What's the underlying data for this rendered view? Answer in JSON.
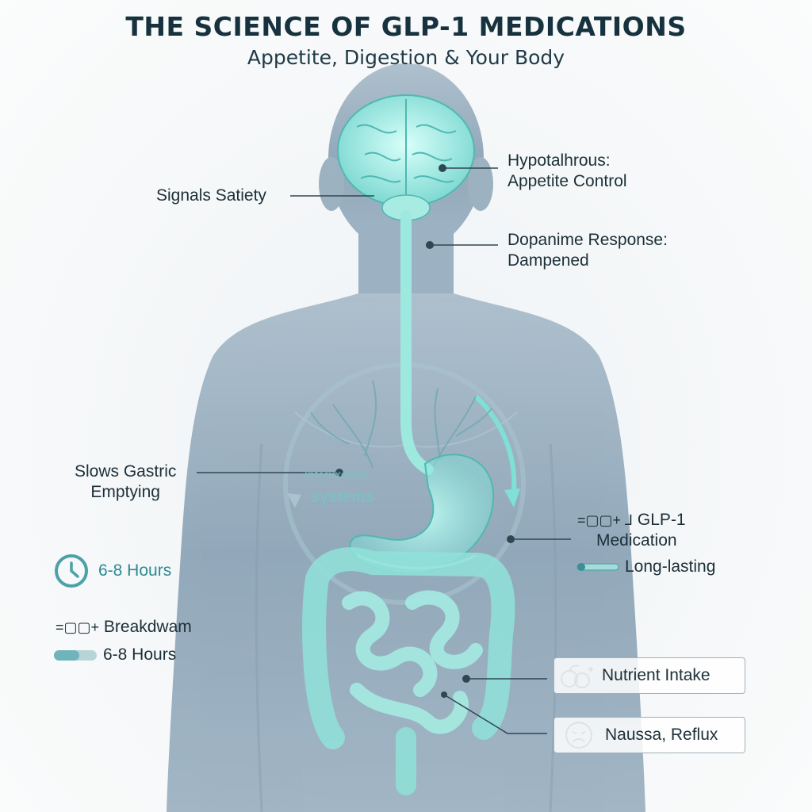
{
  "header": {
    "title": "THE SCIENCE OF GLP-1 MEDICATIONS",
    "subtitle": "Appetite, Digestion & Your Body"
  },
  "labels": {
    "signals_satiety": "Signals Satiety",
    "hypothalamus_line1": "Hypotalhrous:",
    "hypothalamus_line2": "Appetite Control",
    "dopamine_line1": "Dopanime Response:",
    "dopamine_line2": "Dampened",
    "gastric_line1": "Slows Gastric",
    "gastric_line2": "Emptying",
    "center_small": "interxxeeed",
    "center_systems": "systems",
    "glp1_line1": "GLP-1",
    "glp1_line2": "Medication",
    "long_lasting": "Long-lasting",
    "hours_clock": "6-8 Hours",
    "breakdown": "Breakdwam",
    "hours_bar": "6-8 Hours",
    "glp1_prefix": "=▢▢+ ⅃",
    "breakdown_prefix": "=▢▢+"
  },
  "boxes": {
    "nutrient": "Nutrient Intake",
    "nausea": "Naussa, Reflux"
  },
  "icons": {
    "clock": "clock-icon",
    "fruit": "fruit-icon",
    "face": "queasy-face-icon",
    "molecule": "molecule-icon",
    "progress": "progress-bar-icon"
  },
  "colors": {
    "body": "#7f9bb0",
    "organ": "#7fe0d8",
    "accent": "#2d8a93",
    "text": "#1c2f38"
  }
}
